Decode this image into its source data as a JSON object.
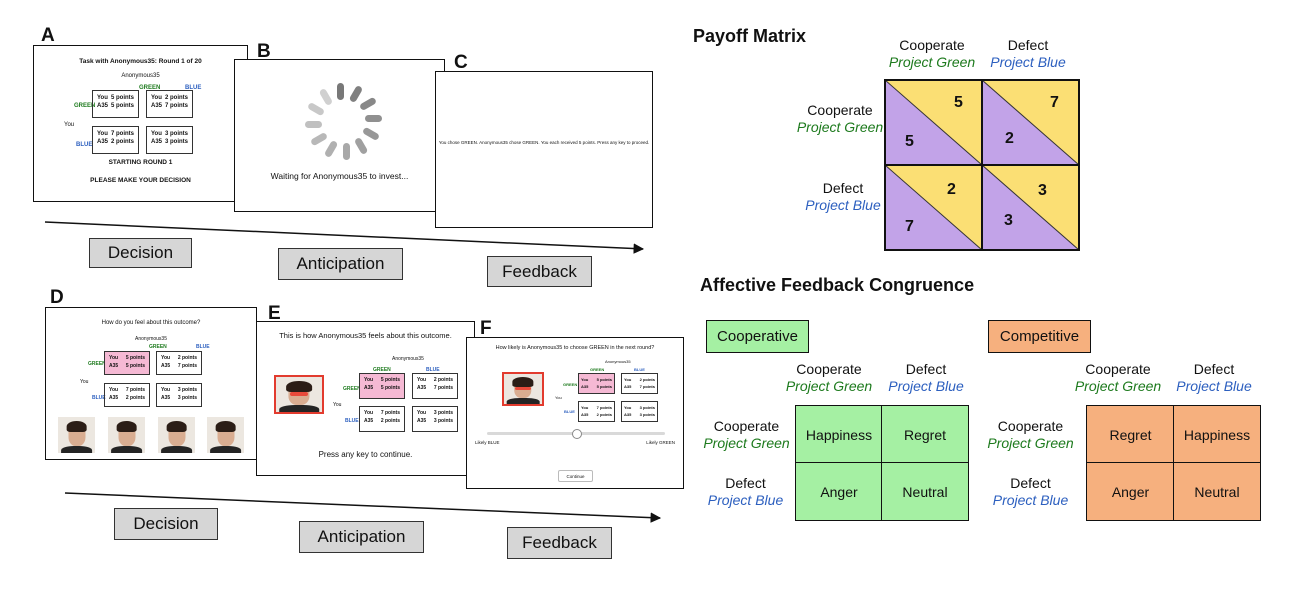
{
  "panels": {
    "a": {
      "letter": "A",
      "title": "Task with Anonymous35: Round 1 of 20",
      "opponent": "Anonymous35",
      "col_green": "GREEN",
      "col_blue": "BLUE",
      "row_green": "GREEN",
      "row_blue": "BLUE",
      "you": "You",
      "cells": [
        {
          "you": "You",
          "you_pts": "5 points",
          "opp": "A35",
          "opp_pts": "5 points"
        },
        {
          "you": "You",
          "you_pts": "2 points",
          "opp": "A35",
          "opp_pts": "7 points"
        },
        {
          "you": "You",
          "you_pts": "7 points",
          "opp": "A35",
          "opp_pts": "2 points"
        },
        {
          "you": "You",
          "you_pts": "3 points",
          "opp": "A35",
          "opp_pts": "3 points"
        }
      ],
      "starting": "STARTING ROUND 1",
      "prompt": "PLEASE MAKE YOUR DECISION"
    },
    "b": {
      "letter": "B",
      "waiting": "Waiting for Anonymous35 to invest..."
    },
    "c": {
      "letter": "C",
      "feedback": "You chose GREEN. Anonymous35 chose GREEN. You each received 5 points. Press any key to proceed."
    },
    "d": {
      "letter": "D",
      "question": "How do you feel about this outcome?",
      "opponent": "Anonymous35",
      "col_green": "GREEN",
      "col_blue": "BLUE",
      "row_green": "GREEN",
      "row_blue": "BLUE",
      "you": "You"
    },
    "e": {
      "letter": "E",
      "statement": "This is how Anonymous35 feels about this outcome.",
      "opponent": "Anonymous35",
      "col_green": "GREEN",
      "col_blue": "BLUE",
      "row_green": "GREEN",
      "row_blue": "BLUE",
      "you": "You",
      "continue": "Press any key to continue."
    },
    "f": {
      "letter": "F",
      "question": "How likely is Anonymous35 to choose GREEN in the next round?",
      "opponent": "Anonymous35",
      "col_green": "GREEN",
      "col_blue": "BLUE",
      "row_green": "GREEN",
      "row_blue": "BLUE",
      "you": "You",
      "likely_blue": "Likely BLUE",
      "likely_green": "Likely GREEN",
      "slider_value": 0.5,
      "continue_btn": "Continue"
    }
  },
  "stages_top": [
    "Decision",
    "Anticipation",
    "Feedback"
  ],
  "stages_bottom": [
    "Decision",
    "Anticipation",
    "Feedback"
  ],
  "payoff": {
    "title": "Payoff Matrix",
    "col_heads": [
      {
        "main": "Cooperate",
        "sub": "Project Green"
      },
      {
        "main": "Defect",
        "sub": "Project Blue"
      }
    ],
    "row_heads": [
      {
        "main": "Cooperate",
        "sub": "Project Green"
      },
      {
        "main": "Defect",
        "sub": "Project Blue"
      }
    ],
    "cells": [
      {
        "top": "5",
        "bottom": "5"
      },
      {
        "top": "7",
        "bottom": "2"
      },
      {
        "top": "2",
        "bottom": "7"
      },
      {
        "top": "3",
        "bottom": "3"
      }
    ],
    "colors": {
      "yellow": "#fbdf74",
      "purple": "#c2a3e8"
    }
  },
  "affective": {
    "title": "Affective Feedback Congruence",
    "cooperative": {
      "label": "Cooperative",
      "color": "#a5f0a3",
      "cells": [
        "Happiness",
        "Regret",
        "Anger",
        "Neutral"
      ]
    },
    "competitive": {
      "label": "Competitive",
      "color": "#f6b07e",
      "cells": [
        "Regret",
        "Happiness",
        "Anger",
        "Neutral"
      ]
    },
    "col_heads": [
      {
        "main": "Cooperate",
        "sub": "Project Green"
      },
      {
        "main": "Defect",
        "sub": "Project Blue"
      }
    ],
    "row_heads": [
      {
        "main": "Cooperate",
        "sub": "Project Green"
      },
      {
        "main": "Defect",
        "sub": "Project Blue"
      }
    ]
  },
  "colors": {
    "pink_highlight": "#f5b9d4",
    "face_frame": "#e23b2e",
    "stage_box": "#d6d6d6"
  }
}
